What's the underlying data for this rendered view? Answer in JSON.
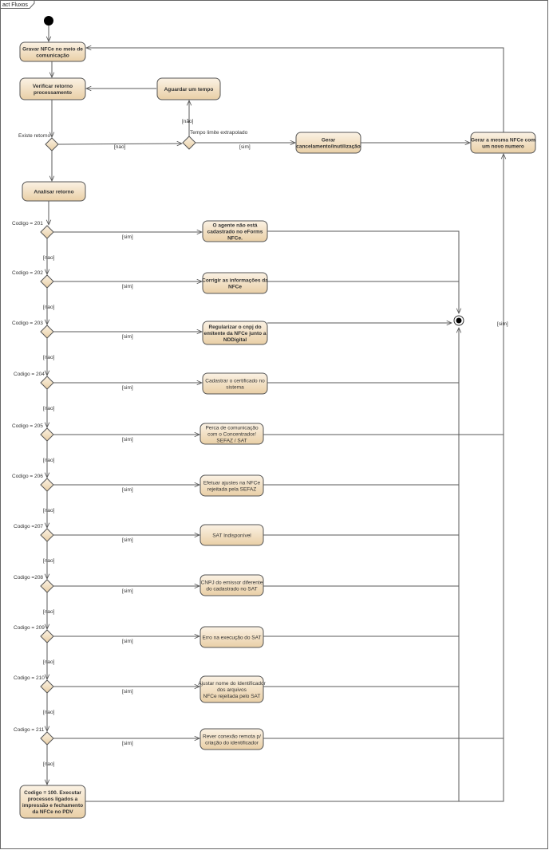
{
  "frame_title": "act Fluxos",
  "activities": {
    "gravar": [
      "Gravar NFCe no meio de",
      "comunicação"
    ],
    "verificar": [
      "Verificar retorno",
      "processamento"
    ],
    "aguardar": [
      "Aguardar um tempo"
    ],
    "gerar_cancel": [
      "Gerar",
      "cancelamento/inutilização"
    ],
    "gerar_mesma": [
      "Gerar a mesma NFCe com",
      "um novo numero"
    ],
    "analisar": [
      "Analisar retorno"
    ],
    "a201": [
      "O agente não está",
      "cadastrado no eForms",
      "NFCe."
    ],
    "a202": [
      "Corrigir as informações da",
      "NFCe"
    ],
    "a203": [
      "Regularizar o cnpj do",
      "emitente da NFCe junto a",
      "NDDigital"
    ],
    "a204": [
      "Cadastrar o certificado no",
      "sistema"
    ],
    "a205": [
      "Perca de comunicação",
      "com o Concentrador/",
      "SEFAZ / SAT"
    ],
    "a206": [
      "Efetuar ajustes na NFCe",
      "rejeitada pela SEFAZ"
    ],
    "a207": [
      "SAT Indisponível"
    ],
    "a208": [
      "CNPJ do emissor diferente",
      "do cadastrado no SAT"
    ],
    "a209": [
      "Erro na execução do SAT"
    ],
    "a210": [
      "Ajustar nome do Identificador",
      "dos arquivos",
      "NFCe rejeitada pelo SAT"
    ],
    "a211": [
      "Rever conexão remota p/",
      "criação do identificador"
    ],
    "codigo100": [
      "Codigo = 100. Executar",
      "processos ligados a",
      "impressão e fechamento",
      "da NFCe no PDV"
    ]
  },
  "decisions": {
    "existe_retorno": "Existe retorno",
    "tempo_limite": "Tempo limite extrapolado",
    "codes": [
      "Codigo = 201",
      "Codigo = 202",
      "Codigo = 203",
      "Codigo = 204",
      "Codigo = 205",
      "Codigo = 206",
      "Codigo =207",
      "Codigo =208",
      "Codigo = 209",
      "Codigo = 210",
      "Codigo = 211"
    ]
  },
  "guards": {
    "nao": "[nao]",
    "nao_accent": "[não]",
    "sim": "[sim]"
  },
  "colors": {
    "activity_top": "#fbf2e4",
    "activity_bottom": "#e9cfa6",
    "stroke": "#555555",
    "initial_node": "#000000"
  }
}
